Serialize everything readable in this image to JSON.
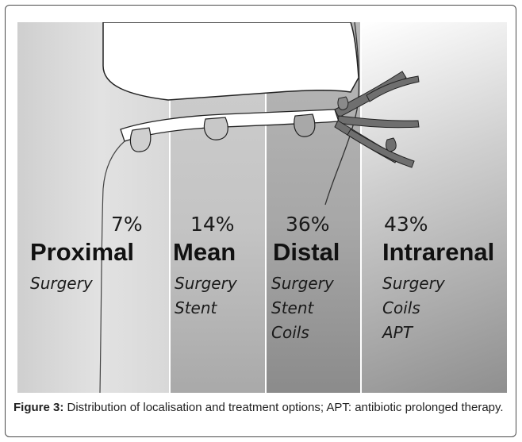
{
  "segments": [
    {
      "percent": "7%",
      "name": "Proximal",
      "treatments": [
        "Surgery"
      ]
    },
    {
      "percent": "14%",
      "name": "Mean",
      "treatments": [
        "Surgery",
        "Stent"
      ]
    },
    {
      "percent": "36%",
      "name": "Distal",
      "treatments": [
        "Surgery",
        "Stent",
        "Coils"
      ]
    },
    {
      "percent": "43%",
      "name": "Intrarenal",
      "treatments": [
        "Surgery",
        "Coils",
        "APT"
      ]
    }
  ],
  "caption": {
    "label": "Figure 3:",
    "text": " Distribution of localisation and treatment options; APT: antibiotic prolonged therapy."
  },
  "colors": {
    "vessel_fill": "#ffffff",
    "vessel_stroke": "#222222",
    "branch_fill": "#6f6f6f",
    "frame_border": "#4a4a4a"
  }
}
